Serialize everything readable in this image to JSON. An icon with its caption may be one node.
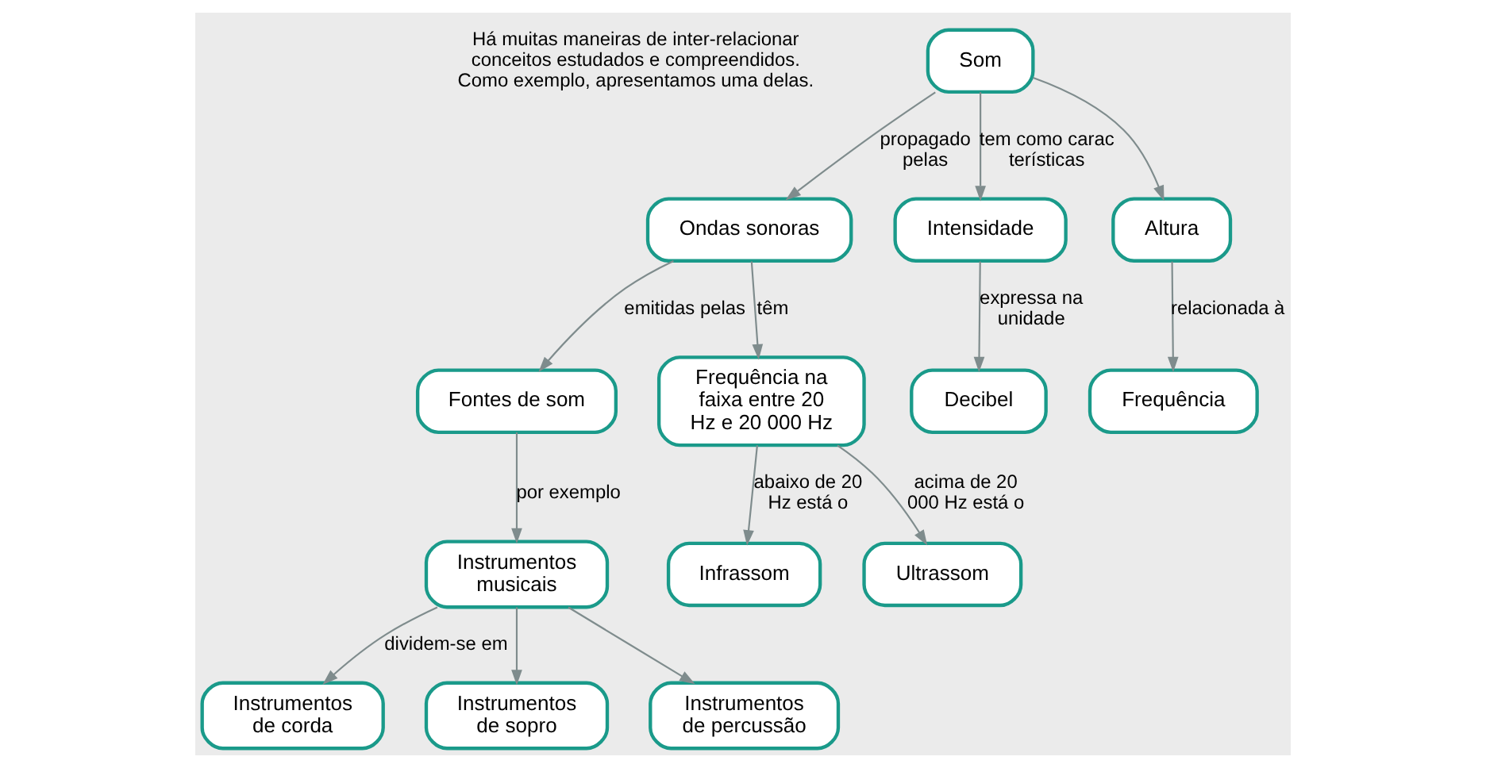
{
  "diagram": {
    "nodes": [
      {
        "text": [
          "Som"
        ]
      },
      {
        "text": [
          "Ondas sonoras"
        ]
      },
      {
        "text": [
          "Intensidade"
        ]
      },
      {
        "text": [
          "Altura"
        ]
      },
      {
        "text": [
          "Decibel"
        ]
      },
      {
        "text": [
          "Frequência"
        ]
      },
      {
        "text": [
          "Fontes de som"
        ]
      },
      {
        "text": [
          "Instrumentos musicais"
        ]
      },
      {
        "text": [
          "Instrumentos de corda"
        ]
      },
      {
        "text": [
          "Instrumentos de sopro"
        ]
      },
      {
        "text": [
          "Instrumentos de percussão"
        ]
      },
      {
        "text": [
          "Frequência na faixa entre 20 Hz e 20 000 Hz"
        ]
      },
      {
        "text": [
          "Infrassom"
        ]
      },
      {
        "text": [
          "Ultrassom"
        ]
      }
    ],
    "edges": [
      {
        "from": 0,
        "to": 1,
        "arrow": "to",
        "label": "propagado pelas"
      },
      {
        "from": 0,
        "to": 2,
        "arrow": "to",
        "label": "tem como características"
      },
      {
        "from": 0,
        "to": 3,
        "arrow": "to"
      },
      {
        "from": 2,
        "to": 4,
        "arrow": "to",
        "label": "expressa na unidade"
      },
      {
        "from": 3,
        "to": 5,
        "arrow": "to",
        "label": "relacionada à"
      },
      {
        "from": 1,
        "to": 6,
        "arrow": "to",
        "label": "emitidas pelas"
      },
      {
        "from": 1,
        "to": 11,
        "arrow": "to",
        "label": "têm"
      },
      {
        "from": 6,
        "to": 7,
        "arrow": "to",
        "label": "por exemplo"
      },
      {
        "from": 7,
        "to": 8,
        "arrow": "to",
        "label": "dividem-se em"
      },
      {
        "from": 7,
        "to": 9,
        "arrow": "to"
      },
      {
        "from": 7,
        "to": 10,
        "arrow": "to"
      },
      {
        "from": 11,
        "to": 12,
        "arrow": "to",
        "label": "abaixo de 20 Hz está o"
      },
      {
        "from": 11,
        "to": 13,
        "arrow": "to",
        "label": "acima de 20 000 Hz está o"
      }
    ],
    "labels": [
      "Há muitas maneiras de inter-relacionar conceitos estudados e compreendidos. Como exemplo, apresentamos uma delas."
    ]
  }
}
